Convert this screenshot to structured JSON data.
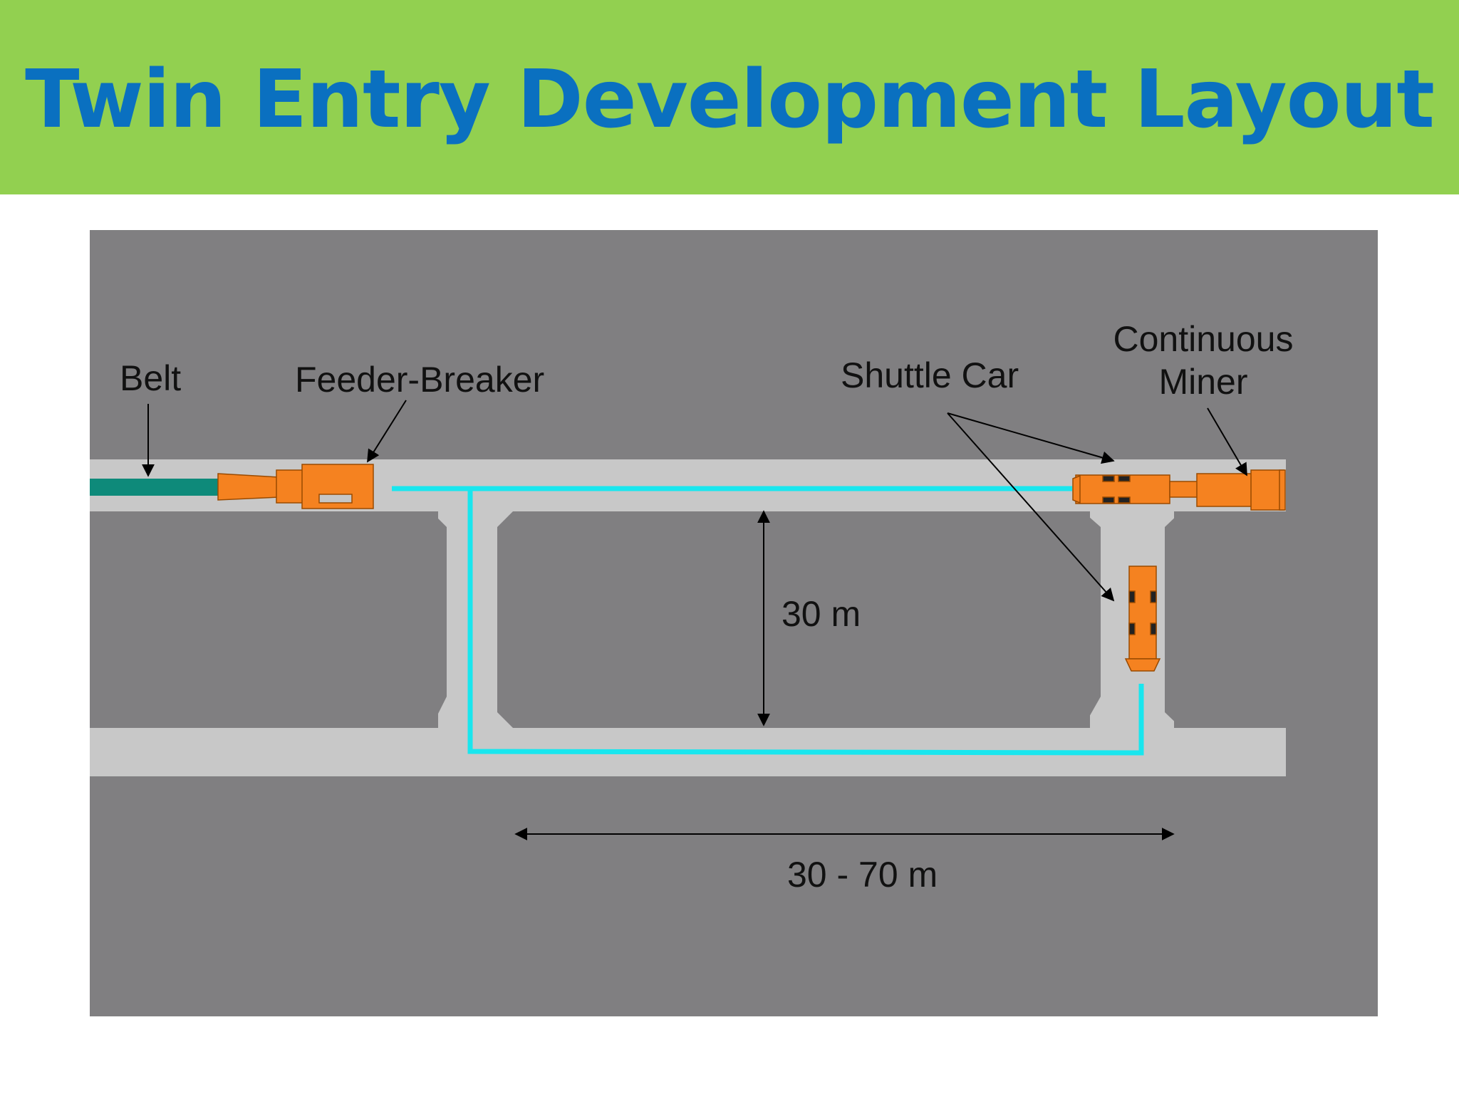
{
  "title": "Twin Entry Development Layout",
  "labels": {
    "belt": "Belt",
    "feeder_breaker": "Feeder-Breaker",
    "shuttle_car": "Shuttle Car",
    "continuous_miner_line1": "Continuous",
    "continuous_miner_line2": "Miner",
    "pillar_width": "30 m",
    "pillar_length": "30 - 70 m"
  },
  "colors": {
    "header_bg": "#92d050",
    "title_text": "#0a70c0",
    "rock": "#807f81",
    "roadway": "#c8c8c8",
    "belt": "#0e8a7a",
    "equipment": "#f58220",
    "haul_route": "#19e6ee"
  }
}
